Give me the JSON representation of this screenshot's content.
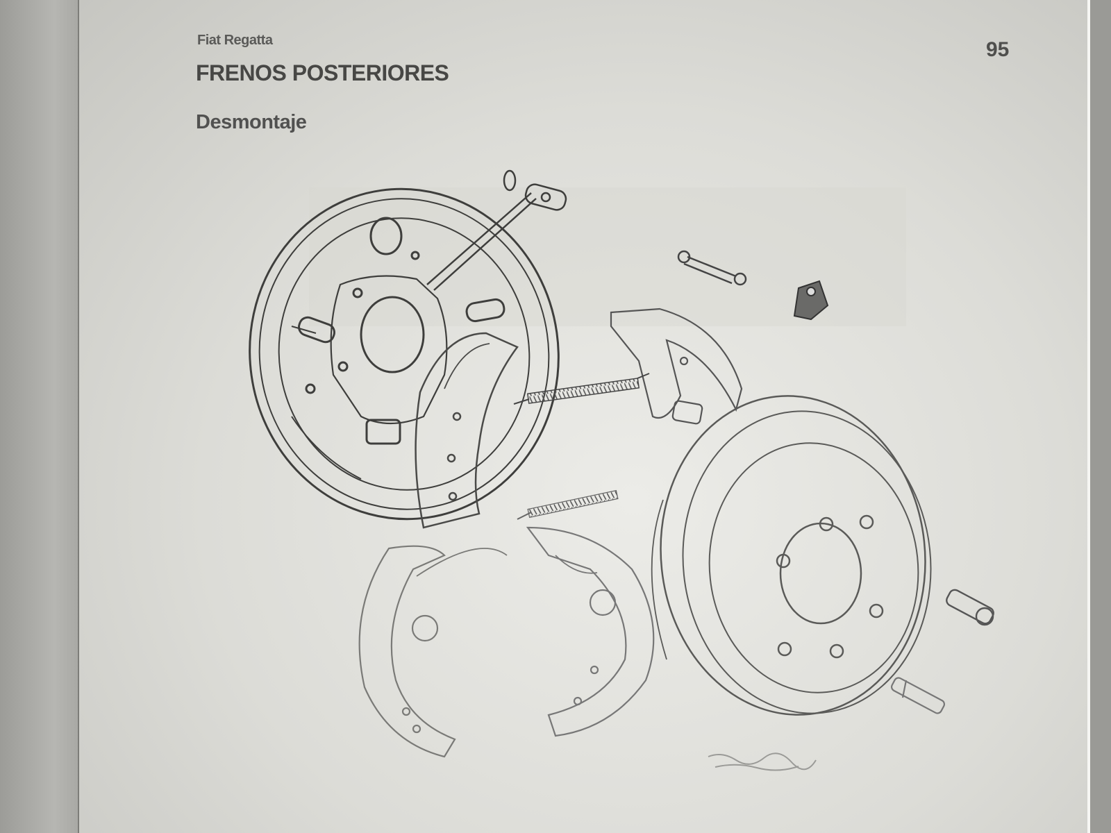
{
  "page": {
    "header_source": "Fiat Regatta",
    "page_number": "95",
    "section_title": "FRENOS POSTERIORES",
    "subsection_title": "Desmontaje"
  },
  "figure": {
    "parts": [
      "backing-plate",
      "brake-shoe",
      "return-spring",
      "brake-drum",
      "adjuster-strut",
      "retaining-pin",
      "spring-clip",
      "wheel-bolt",
      "wheel-stud"
    ]
  }
}
